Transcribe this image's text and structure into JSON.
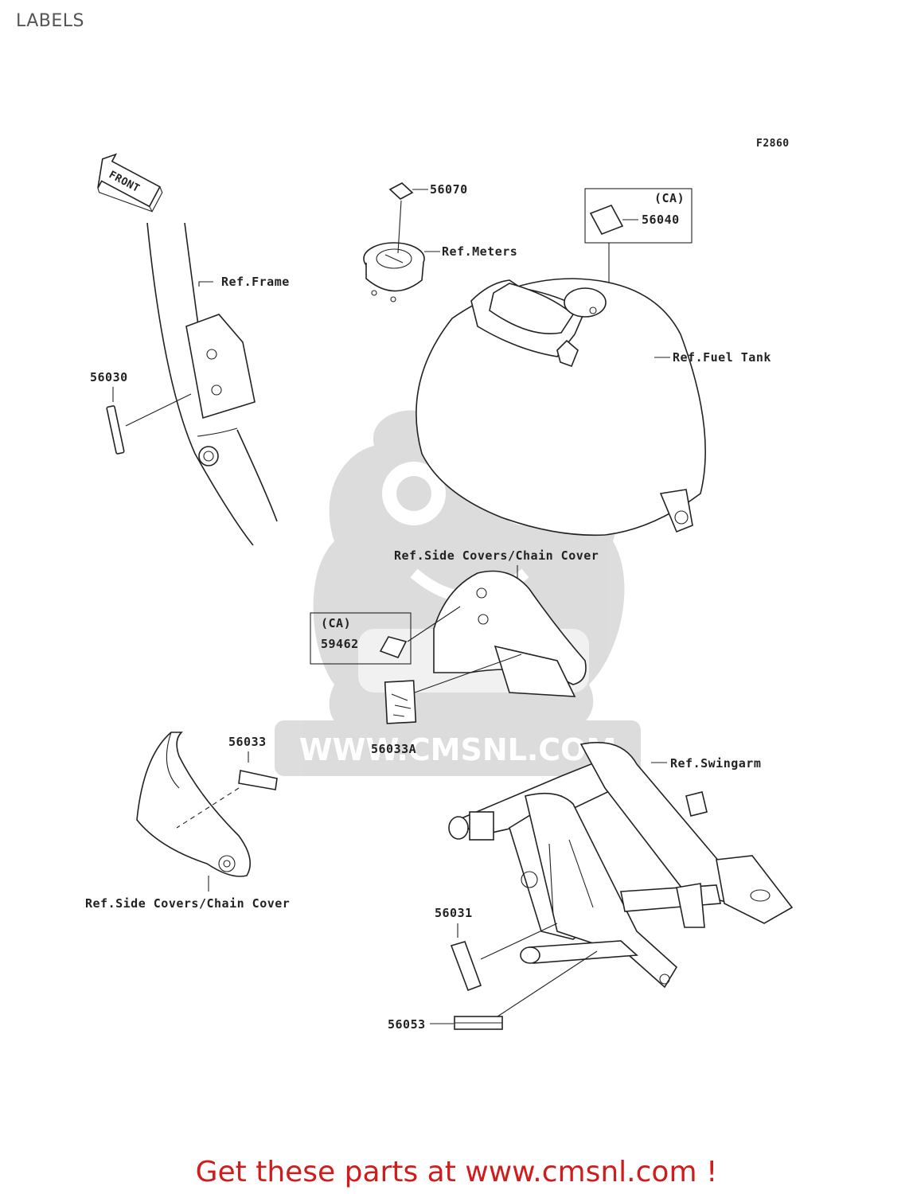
{
  "header": {
    "title": "LABELS"
  },
  "figure_code": "F2860",
  "front_arrow": "FRONT",
  "watermark": "WWW.CMSNL.COM",
  "callouts": {
    "ref_frame": "Ref.Frame",
    "ref_meters": "Ref.Meters",
    "ref_fuel_tank": "Ref.Fuel Tank",
    "ref_side_covers_top": "Ref.Side Covers/Chain Cover",
    "ref_side_covers_bottom": "Ref.Side Covers/Chain Cover",
    "ref_swingarm": "Ref.Swingarm",
    "p56070": "56070",
    "p56040": "56040",
    "ca_fuel": "(CA)",
    "p56030": "56030",
    "ca_side": "(CA)",
    "p59462": "59462",
    "p56033A": "56033A",
    "p56033": "56033",
    "p56031": "56031",
    "p56053": "56053"
  },
  "footer": {
    "cta": "Get these parts at www.cmsnl.com !",
    "cta_color": "#d01c1c"
  }
}
